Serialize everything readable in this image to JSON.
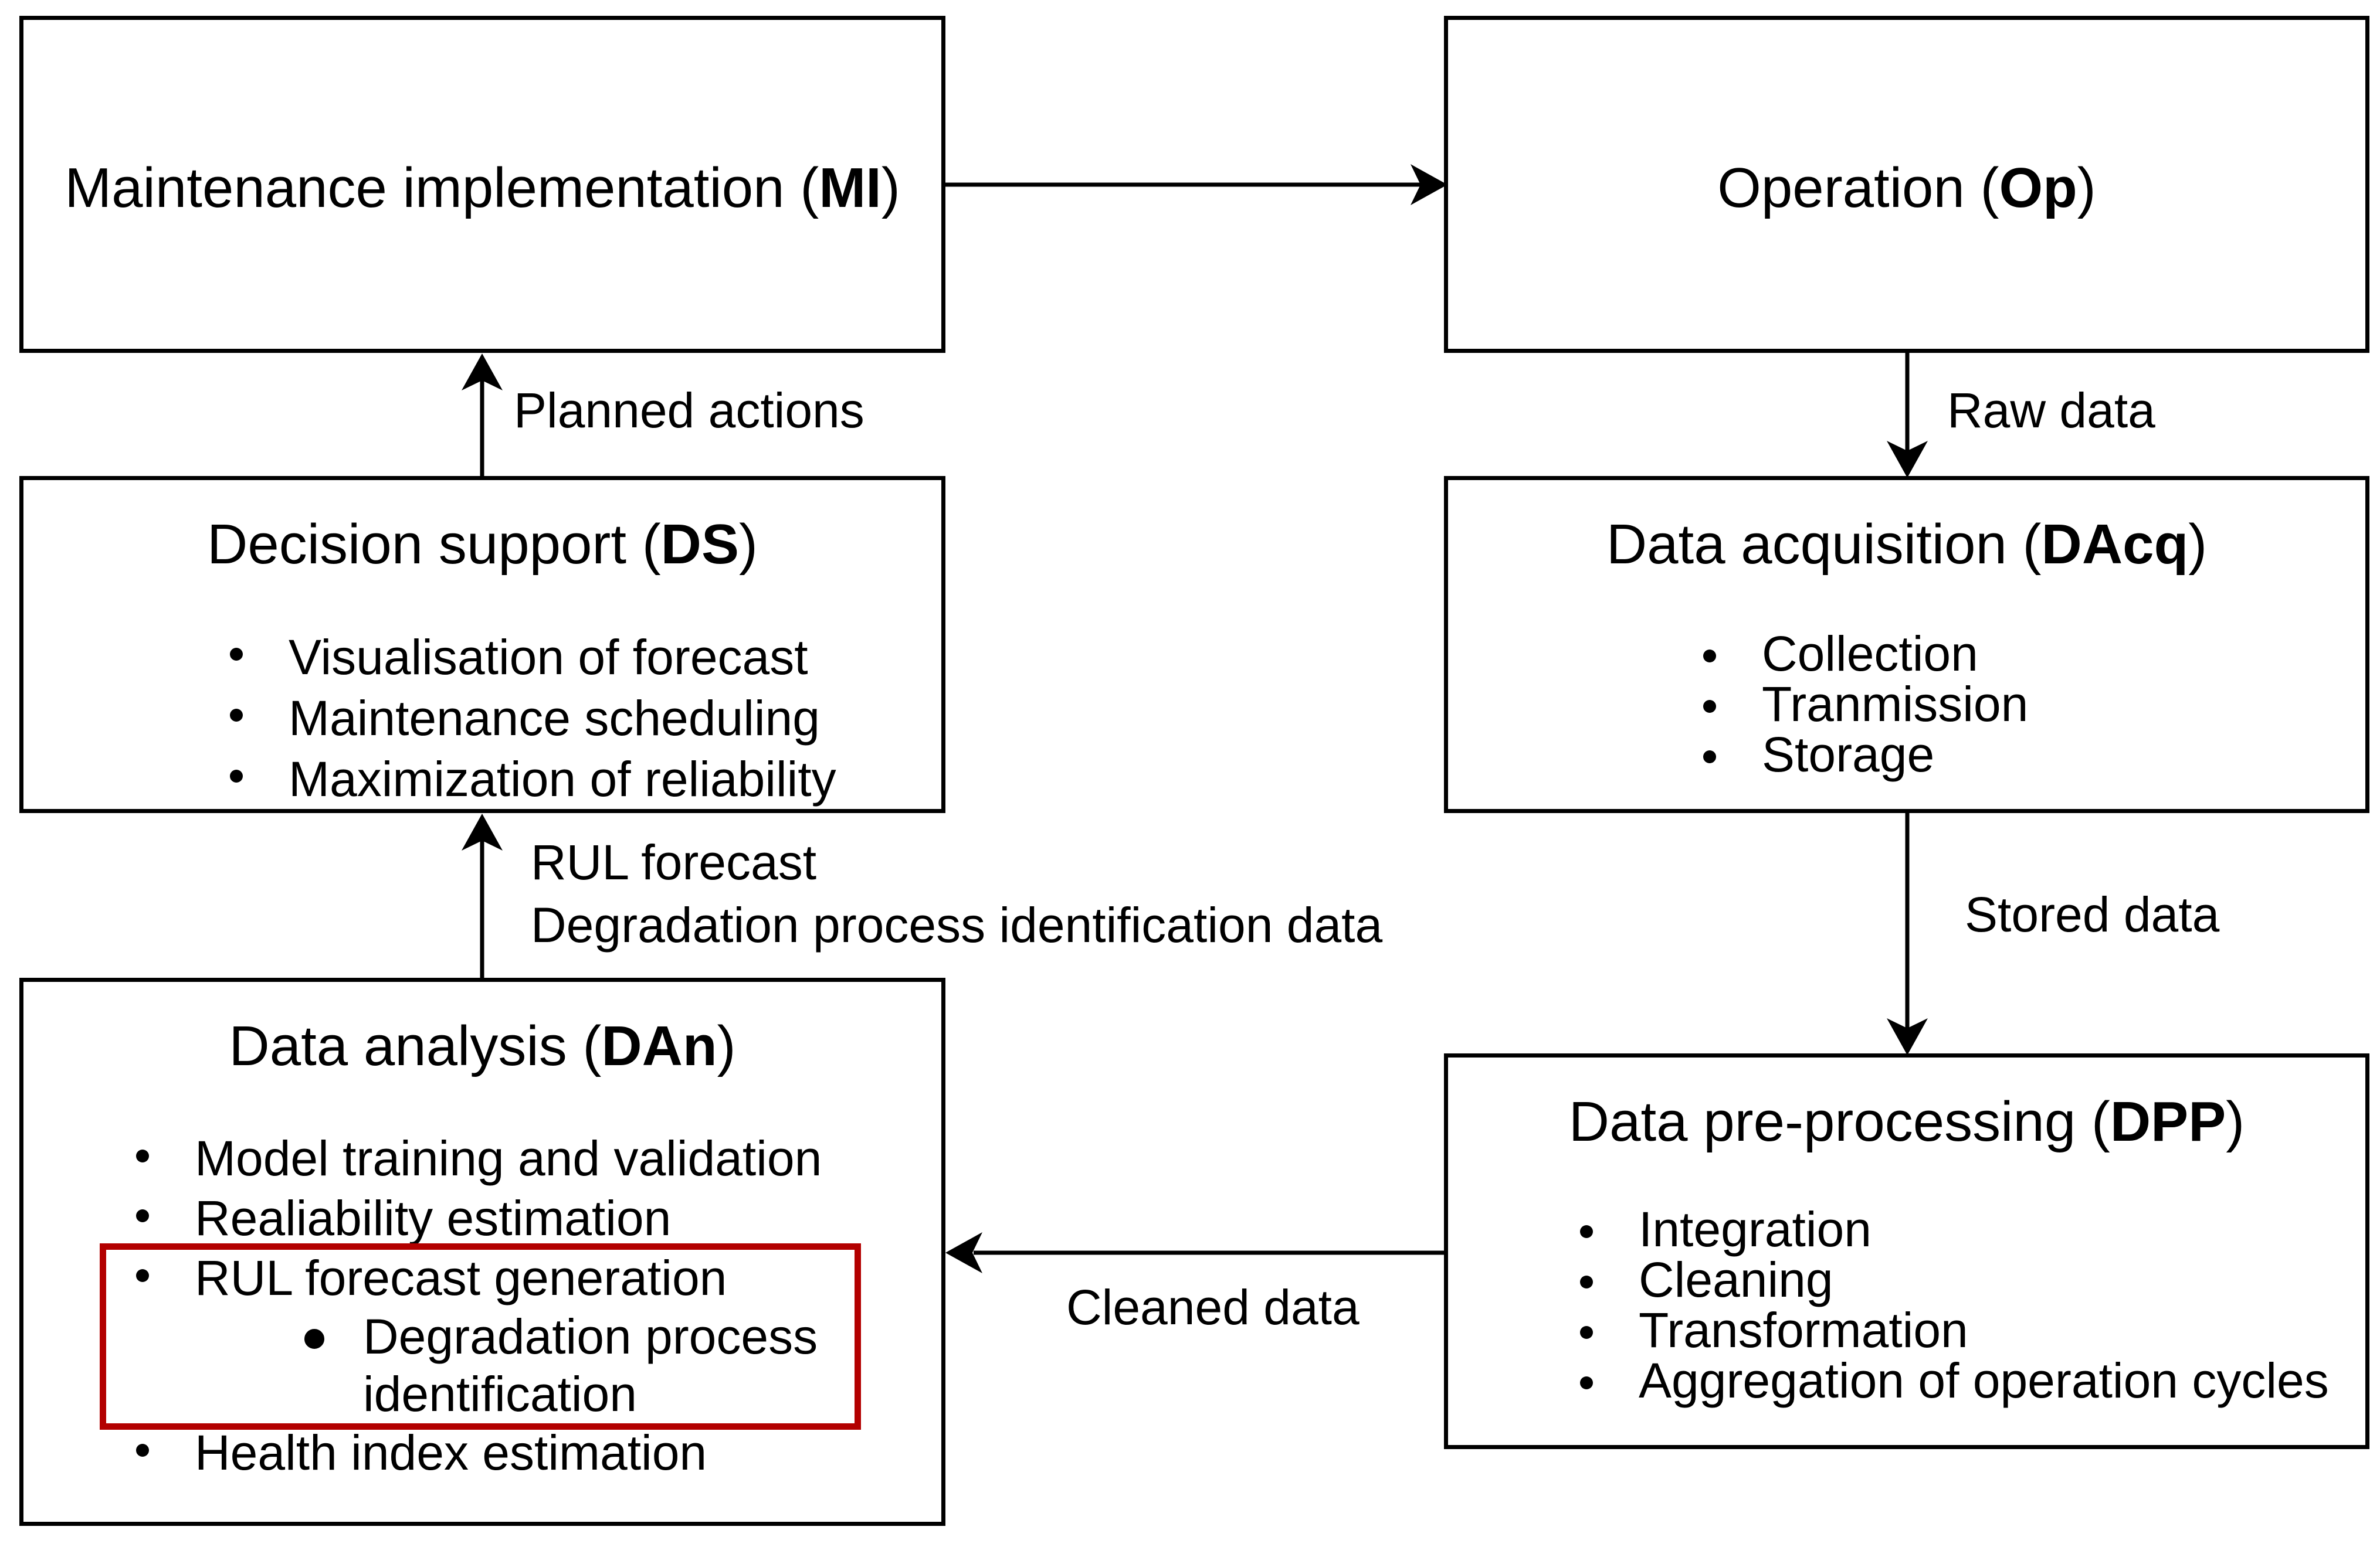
{
  "boxes": {
    "mi": {
      "name": "Maintenance implementation (",
      "abbr": "MI",
      "close": ")"
    },
    "op": {
      "name": "Operation (",
      "abbr": "Op",
      "close": ")"
    },
    "ds": {
      "name": "Decision support (",
      "abbr": "DS",
      "close": ")",
      "items": [
        "Visualisation of forecast",
        "Maintenance scheduling",
        "Maximization of reliability"
      ]
    },
    "dacq": {
      "name": "Data acquisition (",
      "abbr": "DAcq",
      "close": ")",
      "items": [
        "Collection",
        "Tranmission",
        "Storage"
      ]
    },
    "dpp": {
      "name": "Data pre-processing (",
      "abbr": "DPP",
      "close": ")",
      "items": [
        "Integration",
        "Cleaning",
        "Transformation",
        "Aggregation of operation cycles"
      ]
    },
    "dan": {
      "name": "Data analysis (",
      "abbr": "DAn",
      "close": ")",
      "items": [
        "Model training and validation",
        "Realiability estimation",
        "RUL forecast generation",
        "Health index estimation"
      ],
      "subitem_line1": "Degradation process",
      "subitem_line2": "identification"
    }
  },
  "edges": {
    "planned": "Planned actions",
    "raw": "Raw data",
    "stored": "Stored data",
    "cleaned": "Cleaned data",
    "rul_line1": "RUL forecast",
    "rul_line2": "Degradation process identification data"
  },
  "colors": {
    "line": "#000000",
    "highlight": "#b30000"
  }
}
